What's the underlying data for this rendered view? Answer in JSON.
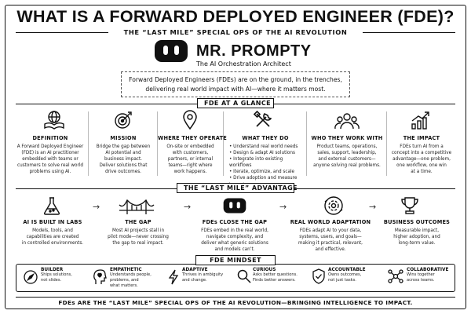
{
  "header": {
    "title": "WHAT IS A FORWARD DEPLOYED ENGINEER (FDE)?",
    "subtitle": "THE “LAST MILE” SPECIAL OPS OF THE AI REVOLUTION"
  },
  "brand": {
    "name": "MR. PROMPTY",
    "tagline": "The AI Orchestration Architect",
    "logo_icon": "robot-face-icon"
  },
  "intro": {
    "line1": "Forward Deployed Engineers (FDEs) are on the ground, in the trenches,",
    "line2": "delivering real world impact with AI—where it matters most."
  },
  "glance": {
    "label": "FDE AT A GLANCE",
    "columns": [
      {
        "icon": "book-globe-icon",
        "title": "DEFINITION",
        "lines": [
          "A Forward Deployed Engineer",
          "(FDE) is an AI practitioner",
          "embedded with teams or",
          "customers to solve real world",
          "problems using AI."
        ]
      },
      {
        "icon": "target-icon",
        "title": "MISSION",
        "lines": [
          "Bridge the gap between",
          "AI potential and",
          "business impact.",
          "Deliver solutions that",
          "drive outcomes."
        ]
      },
      {
        "icon": "map-pin-icon",
        "title": "WHERE THEY OPERATE",
        "lines": [
          "On-site or embedded",
          "with customers,",
          "partners, or internal",
          "teams—right where",
          "work happens."
        ]
      },
      {
        "icon": "tools-icon",
        "title": "WHAT THEY DO",
        "bullets": [
          "Understand real world needs",
          "Design & adapt AI solutions",
          "Integrate into existing workflows",
          "Iterate, optimize, and scale",
          "Drive adoption and measure impact"
        ]
      },
      {
        "icon": "team-icon",
        "title": "WHO THEY WORK WITH",
        "lines": [
          "Product teams, operations,",
          "sales, support, leadership,",
          "and external customers—",
          "anyone solving real problems."
        ]
      },
      {
        "icon": "growth-chart-icon",
        "title": "THE IMPACT",
        "lines": [
          "FDEs turn AI from a",
          "concept into a competitive",
          "advantage—one problem,",
          "one workflow, one win",
          "at a time."
        ]
      }
    ]
  },
  "advantage": {
    "label": "THE “LAST MILE” ADVANTAGE",
    "steps": [
      {
        "icon": "flask-icon",
        "title": "AI IS BUILT IN LABS",
        "lines": [
          "Models, tools, and",
          "capabilities are created",
          "in controlled environments."
        ]
      },
      {
        "icon": "bridge-icon",
        "title": "THE GAP",
        "lines": [
          "Most AI projects stall in",
          "pilot mode—never crossing",
          "the gap to real impact."
        ]
      },
      {
        "icon": "robot-face-icon",
        "title": "FDEs CLOSE THE GAP",
        "lines": [
          "FDEs embed in the real world,",
          "navigate complexity, and",
          "deliver what generic solutions",
          "and models can’t."
        ]
      },
      {
        "icon": "gears-icon",
        "title": "REAL WORLD ADAPTATION",
        "lines": [
          "FDEs adapt AI to your data,",
          "systems, users, and goals—",
          "making it practical, relevant,",
          "and effective."
        ]
      },
      {
        "icon": "trophy-icon",
        "title": "BUSINESS OUTCOMES",
        "lines": [
          "Measurable impact,",
          "higher adoption, and",
          "long-term value."
        ]
      }
    ],
    "arrow": "→"
  },
  "mindset": {
    "label": "FDE MINDSET",
    "items": [
      {
        "icon": "compass-icon",
        "title": "BUILDER",
        "lines": [
          "Ships solutions,",
          "not slides."
        ]
      },
      {
        "icon": "heart-head-icon",
        "title": "EMPATHETIC",
        "lines": [
          "Understands people,",
          "problems, and",
          "what matters."
        ]
      },
      {
        "icon": "lightning-icon",
        "title": "ADAPTIVE",
        "lines": [
          "Thrives in ambiguity",
          "and change."
        ]
      },
      {
        "icon": "magnifier-icon",
        "title": "CURIOUS",
        "lines": [
          "Asks better questions.",
          "Finds better answers."
        ]
      },
      {
        "icon": "shield-check-icon",
        "title": "ACCOUNTABLE",
        "lines": [
          "Owns outcomes,",
          "not just tasks."
        ]
      },
      {
        "icon": "network-icon",
        "title": "COLLABORATIVE",
        "lines": [
          "Wins together",
          "across teams."
        ]
      }
    ]
  },
  "footer": {
    "text": "FDEs ARE THE “LAST MILE” SPECIAL OPS OF THE AI REVOLUTION—BRINGING INTELLIGENCE TO IMPACT."
  }
}
